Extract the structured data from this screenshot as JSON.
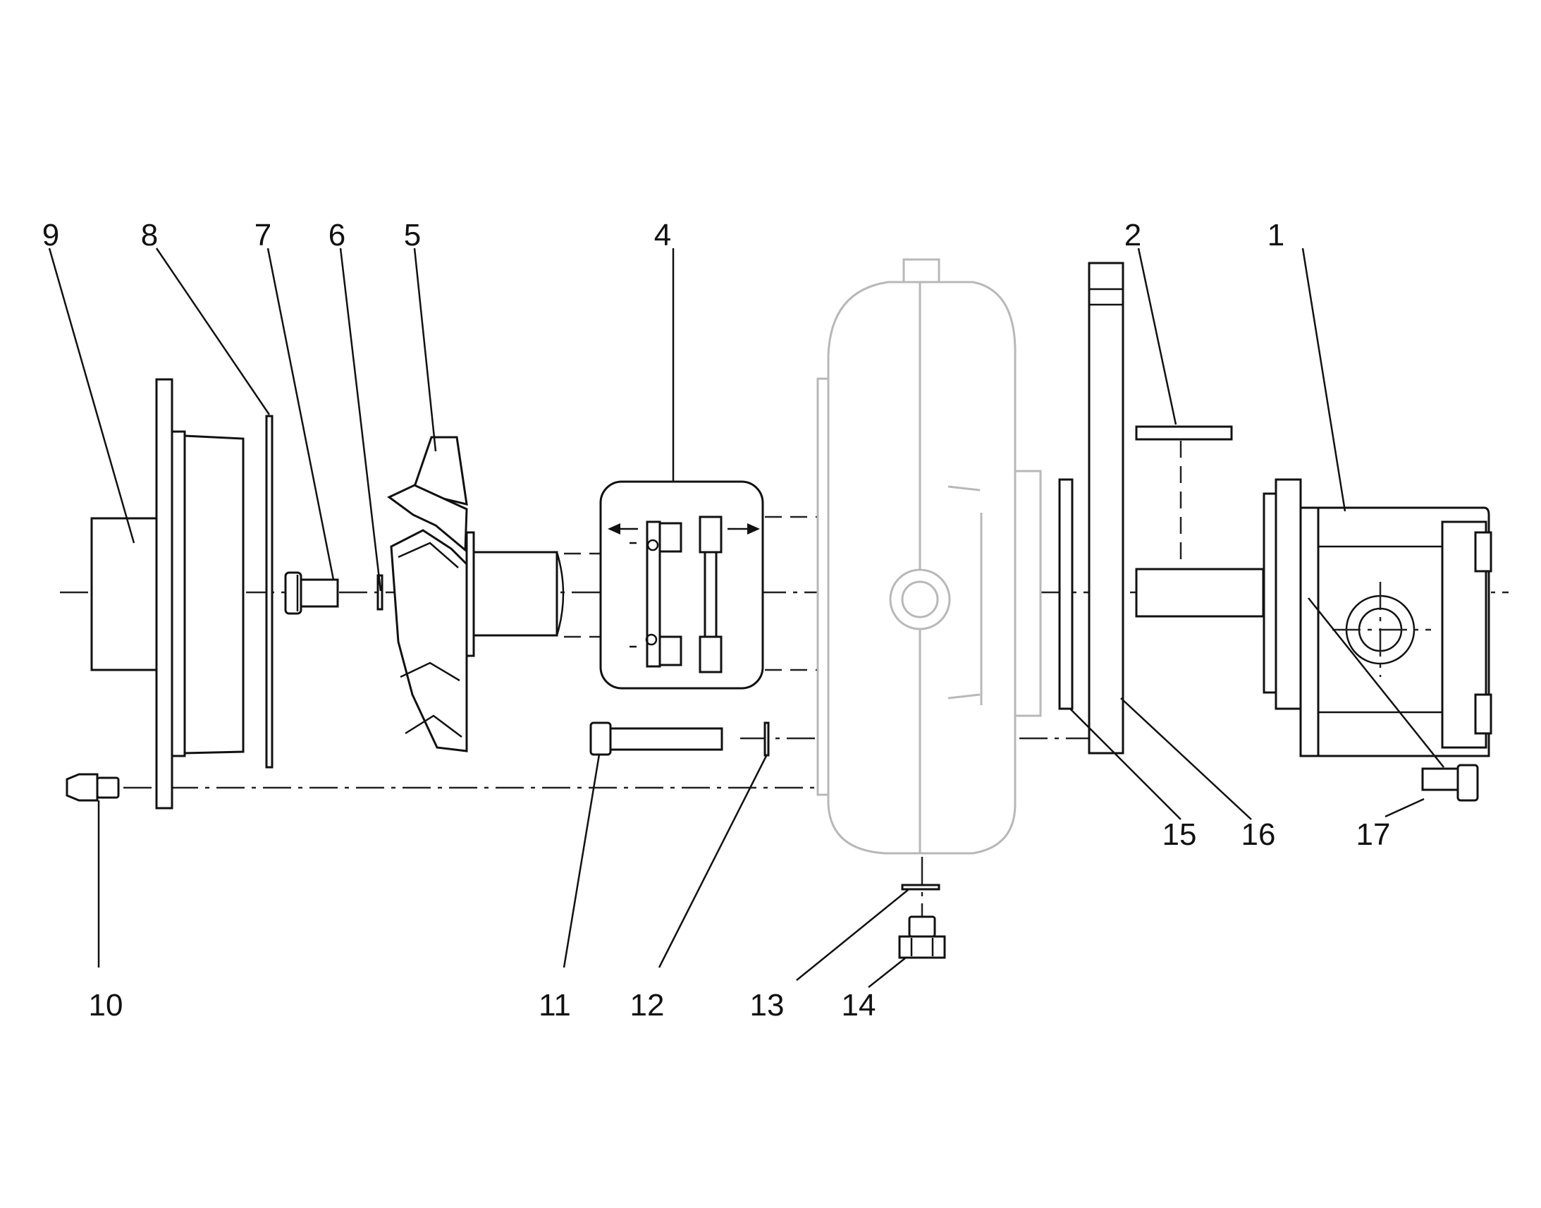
{
  "callouts": {
    "c1": "1",
    "c2": "2",
    "c4": "4",
    "c5": "5",
    "c6": "6",
    "c7": "7",
    "c8": "8",
    "c9": "9",
    "c10": "10",
    "c11": "11",
    "c12": "12",
    "c13": "13",
    "c14": "14",
    "c15": "15",
    "c16": "16",
    "c17": "17"
  },
  "colors": {
    "line": "#111111",
    "ghost": "#b8b8b8",
    "background": "#ffffff"
  }
}
